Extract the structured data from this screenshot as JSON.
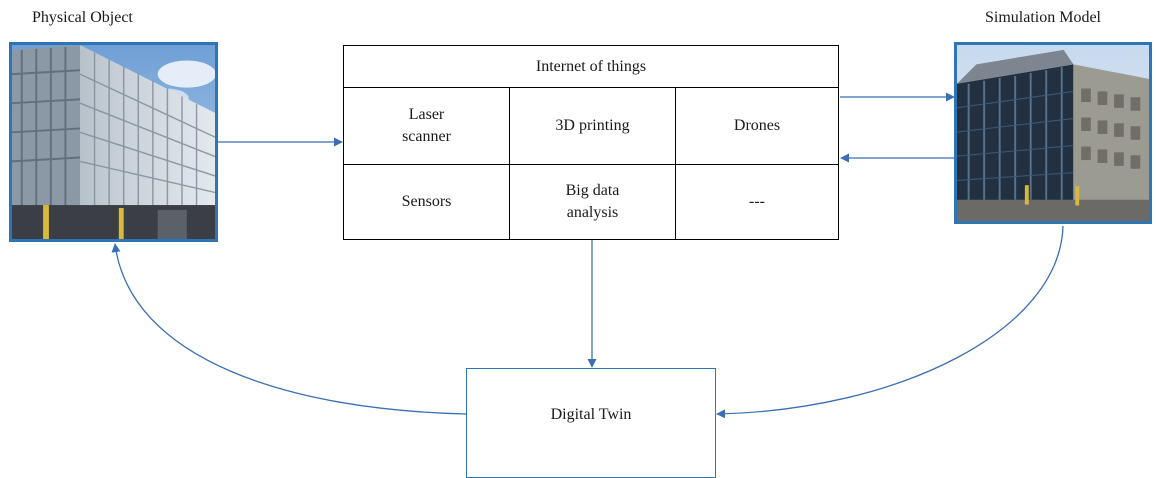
{
  "physical_object": {
    "caption": "Physical Object"
  },
  "simulation_model": {
    "caption": "Simulation Model"
  },
  "iot_table": {
    "title": "Internet of things",
    "cells": [
      "Laser\nscanner",
      "3D printing",
      "Drones",
      "Sensors",
      "Big data\nanalysis",
      "---"
    ]
  },
  "digital_twin": {
    "label": "Digital Twin"
  },
  "colors": {
    "arrow": "#3a6fb5",
    "frame": "#2e75b6"
  }
}
